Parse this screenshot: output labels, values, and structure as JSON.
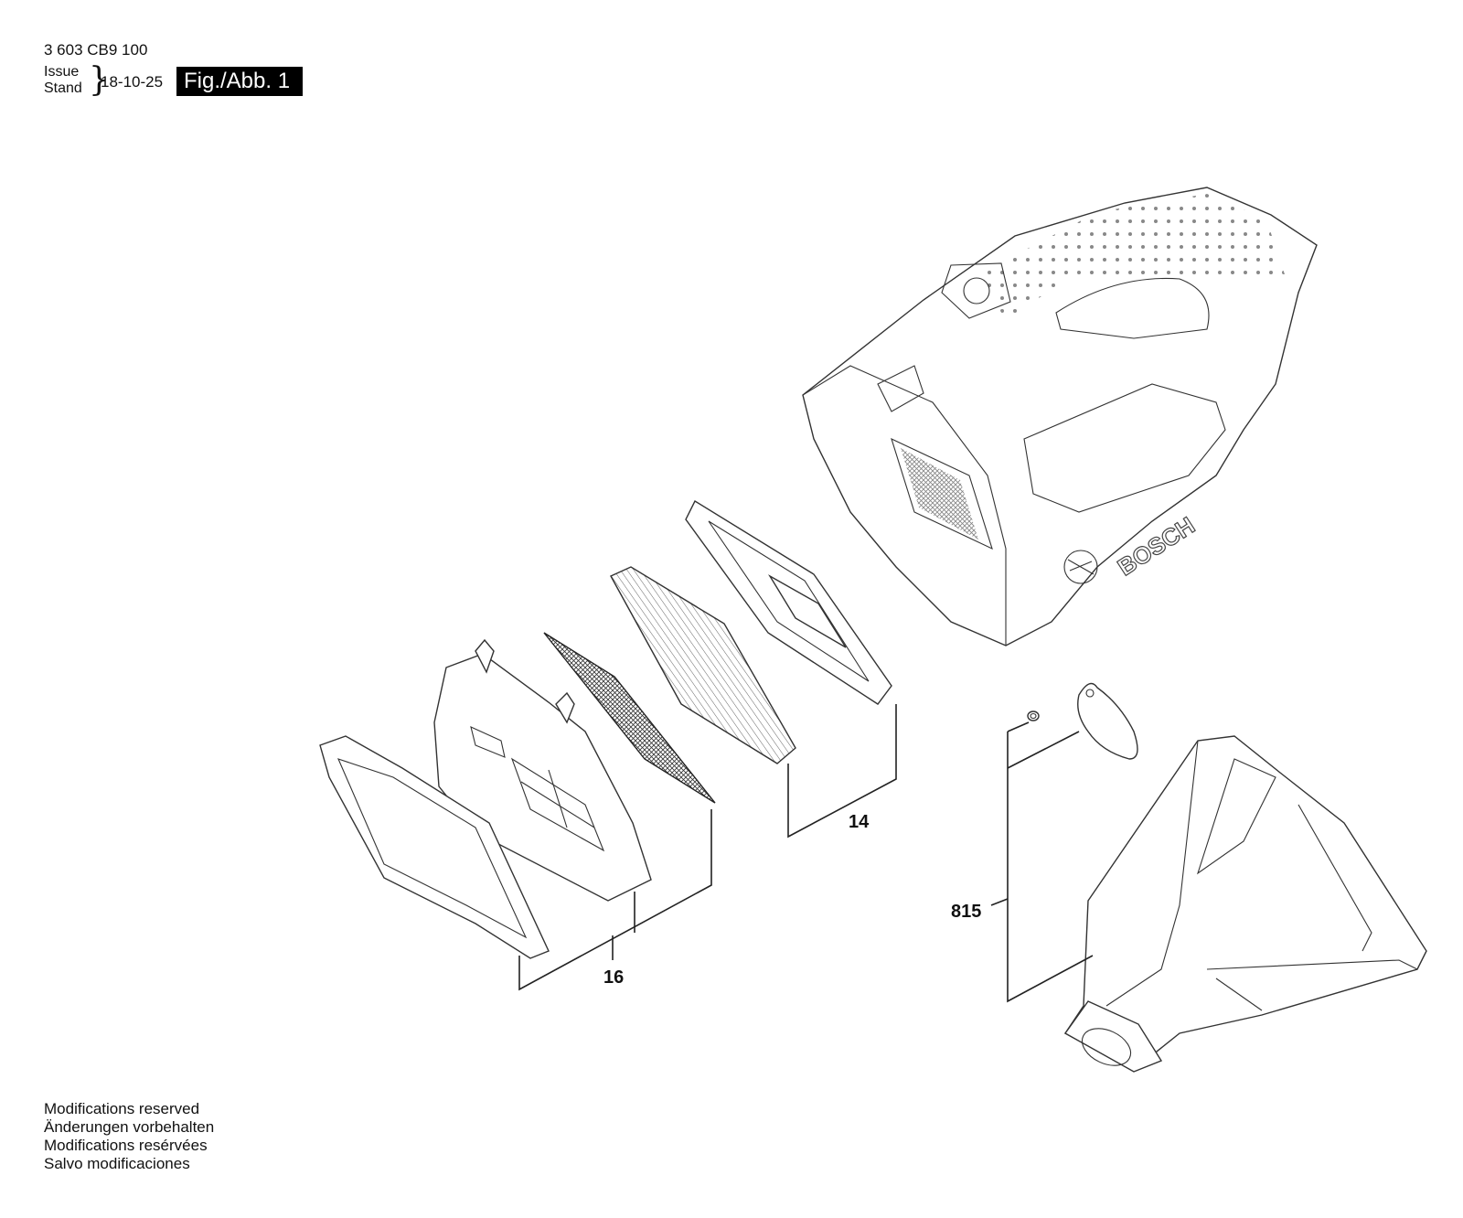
{
  "header": {
    "part_number": "3 603 CB9 100",
    "issue_label": "Issue",
    "stand_label": "Stand",
    "issue_date": "18-10-25",
    "figure_label": "Fig./Abb. 1"
  },
  "callouts": {
    "item_14": "14",
    "item_16": "16",
    "item_815": "815"
  },
  "footer": {
    "lines": [
      "Modifications reserved",
      "Änderungen vorbehalten",
      "Modifications resérvées",
      "Salvo modificaciones"
    ]
  }
}
